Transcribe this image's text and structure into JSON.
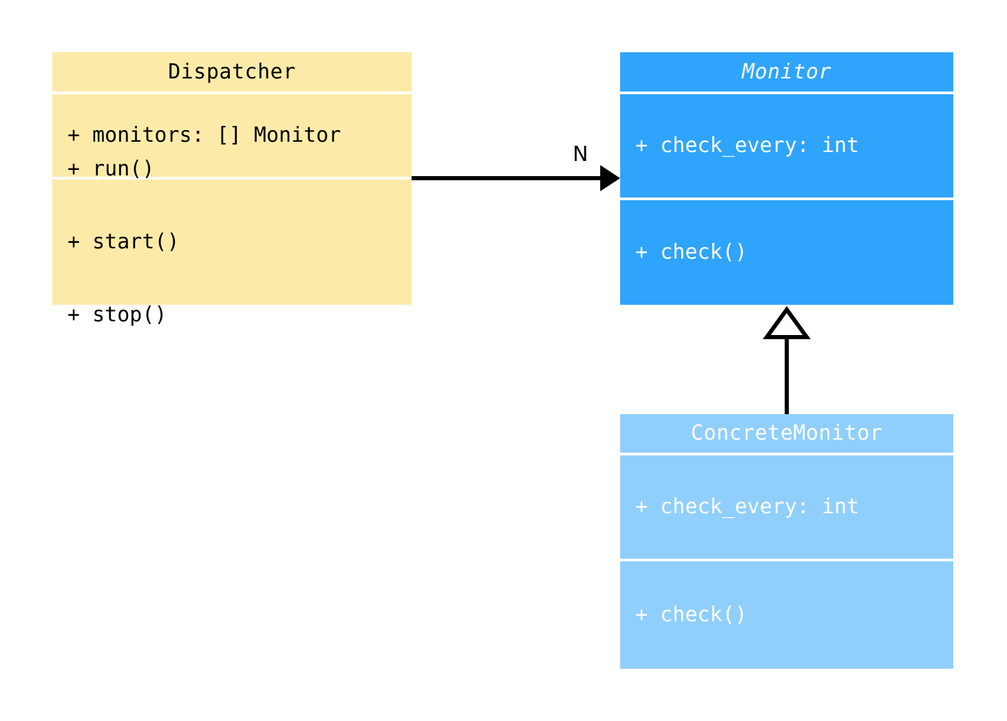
{
  "diagram": {
    "type": "uml-class-diagram",
    "background": "#ffffff",
    "classes": [
      {
        "id": "dispatcher",
        "name": "Dispatcher",
        "abstract": false,
        "fill": "#fceba8",
        "text_color": "#000000",
        "attributes": [
          "+ monitors: [] Monitor"
        ],
        "methods": [
          "+ run()",
          "+ start()",
          "+ stop()"
        ]
      },
      {
        "id": "monitor",
        "name": "Monitor",
        "abstract": true,
        "fill": "#2fa4fc",
        "text_color": "#ffffff",
        "attributes": [
          "+ check_every: int"
        ],
        "methods": [
          "+ check()"
        ]
      },
      {
        "id": "concrete_monitor",
        "name": "ConcreteMonitor",
        "abstract": false,
        "fill": "#90cffc",
        "text_color": "#ffffff",
        "attributes": [
          "+ check_every: int"
        ],
        "methods": [
          "+ check()"
        ]
      }
    ],
    "relationships": [
      {
        "id": "dispatcher_monitor",
        "kind": "association",
        "from": "Dispatcher",
        "to": "Monitor",
        "label": "N",
        "arrowhead": "solid-filled",
        "line_color": "#000000"
      },
      {
        "id": "concrete_monitor_monitor",
        "kind": "generalization",
        "from": "ConcreteMonitor",
        "to": "Monitor",
        "label": "",
        "arrowhead": "hollow-triangle",
        "line_color": "#000000"
      }
    ]
  }
}
